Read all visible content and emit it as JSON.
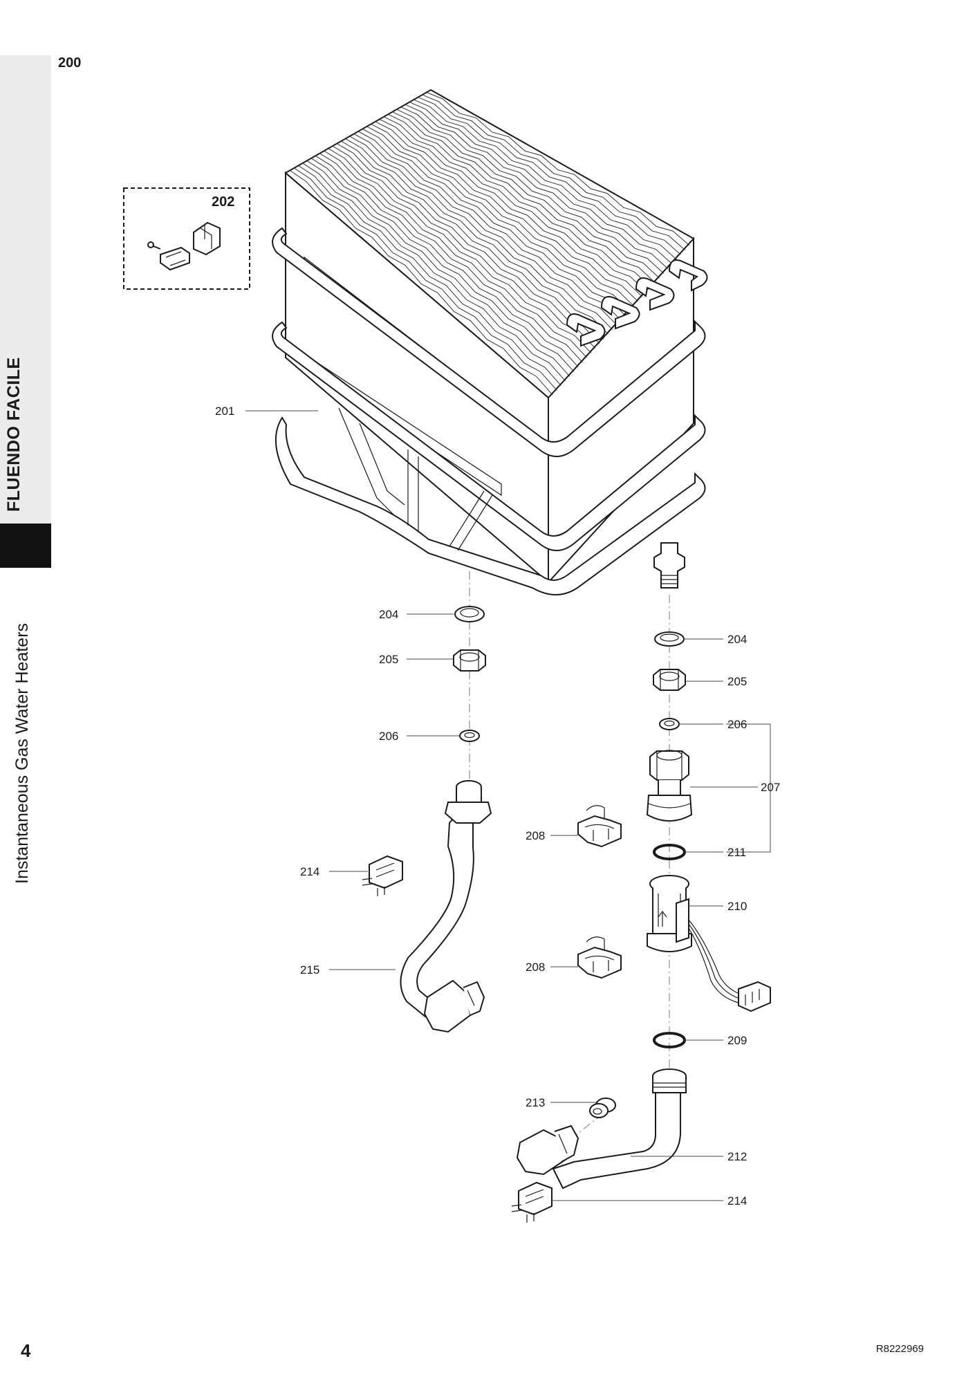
{
  "header": {
    "section_number": "200"
  },
  "sidebar": {
    "title": "FLUENDO FACILE",
    "subtitle": "Instantaneous Gas Water Heaters"
  },
  "footer": {
    "page_number": "4",
    "document_code": "R8222969"
  },
  "callouts": {
    "c201": "201",
    "c202": "202",
    "c204a": "204",
    "c204b": "204",
    "c205a": "205",
    "c205b": "205",
    "c206a": "206",
    "c206b": "206",
    "c207": "207",
    "c208a": "208",
    "c208b": "208",
    "c209": "209",
    "c210": "210",
    "c211": "211",
    "c212": "212",
    "c213": "213",
    "c214a": "214",
    "c214b": "214",
    "c215": "215"
  }
}
